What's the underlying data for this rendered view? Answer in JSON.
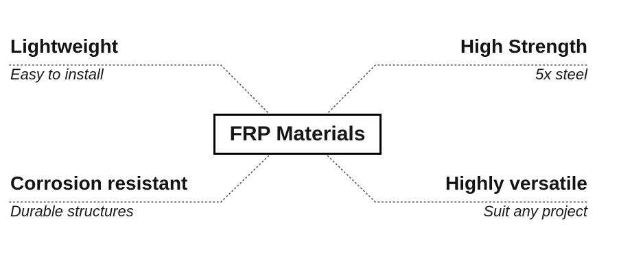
{
  "diagram": {
    "type": "mind-map",
    "center": {
      "label": "FRP Materials"
    },
    "branches": [
      {
        "id": "lightweight",
        "position": "top-left",
        "heading": "Lightweight",
        "subtitle": "Easy to install"
      },
      {
        "id": "high-strength",
        "position": "top-right",
        "heading": "High Strength",
        "subtitle": "5x steel"
      },
      {
        "id": "corrosion-resistant",
        "position": "bottom-left",
        "heading": "Corrosion resistant",
        "subtitle": "Durable structures"
      },
      {
        "id": "highly-versatile",
        "position": "bottom-right",
        "heading": "Highly versatile",
        "subtitle": "Suit any project"
      }
    ],
    "colors": {
      "background": "#ffffff",
      "text": "#141414",
      "node_border": "#000000",
      "connector": "#555555"
    }
  }
}
